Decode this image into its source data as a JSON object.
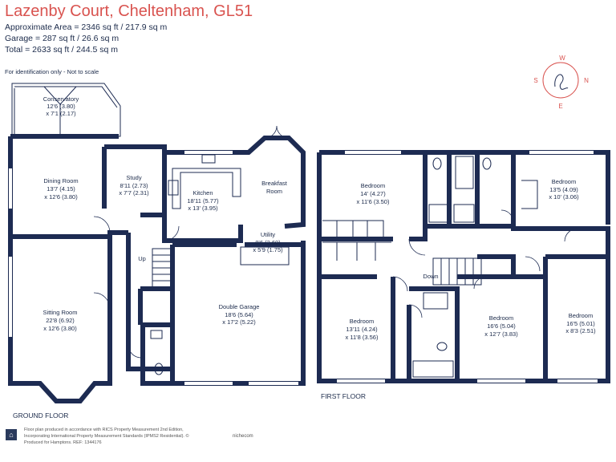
{
  "header": {
    "title": "Lazenby Court, Cheltenham, GL51",
    "approx_area": "Approximate Area = 2346 sq ft / 217.9 sq m",
    "garage_area": "Garage = 287 sq ft / 26.6 sq m",
    "total_area": "Total = 2633 sq ft / 244.5 sq m",
    "note": "For identification only - Not to scale"
  },
  "compass": {
    "n": "N",
    "s": "S",
    "e": "E",
    "w": "W"
  },
  "ground_floor": {
    "label": "GROUND FLOOR",
    "stair_label": "Up",
    "rooms": [
      {
        "name": "Conservatory",
        "dims": [
          "12'6 (3.80)",
          "x 7'1 (2.17)"
        ]
      },
      {
        "name": "Dining Room",
        "dims": [
          "13'7 (4.15)",
          "x 12'6 (3.80)"
        ]
      },
      {
        "name": "Study",
        "dims": [
          "8'11 (2.73)",
          "x 7'7 (2.31)"
        ]
      },
      {
        "name": "Kitchen",
        "dims": [
          "18'11 (5.77)",
          "x 13' (3.95)"
        ]
      },
      {
        "name": "Breakfast",
        "dims": [
          "Room"
        ]
      },
      {
        "name": "Utility",
        "dims": [
          "8'6 (2.60)",
          "x 5'9 (1.75)"
        ]
      },
      {
        "name": "Sitting Room",
        "dims": [
          "22'8 (6.92)",
          "x 12'6 (3.80)"
        ]
      },
      {
        "name": "Double Garage",
        "dims": [
          "18'6 (5.64)",
          "x 17'2 (5.22)"
        ]
      }
    ]
  },
  "first_floor": {
    "label": "FIRST FLOOR",
    "stair_label": "Down",
    "rooms": [
      {
        "name": "Bedroom",
        "dims": [
          "14' (4.27)",
          "x 11'6 (3.50)"
        ]
      },
      {
        "name": "Bedroom",
        "dims": [
          "13'5 (4.09)",
          "x 10' (3.06)"
        ]
      },
      {
        "name": "Bedroom",
        "dims": [
          "13'11 (4.24)",
          "x 11'8 (3.56)"
        ]
      },
      {
        "name": "Bedroom",
        "dims": [
          "16'6 (5.04)",
          "x 12'7 (3.83)"
        ]
      },
      {
        "name": "Bedroom",
        "dims": [
          "16'5 (5.01)",
          "x 8'3 (2.51)"
        ]
      }
    ]
  },
  "footer": {
    "line1": "Floor plan produced in accordance with RICS Property Measurement 2nd Edition,",
    "line2": "Incorporating International Property Measurement Standards (IPMS2 Residential).   ©",
    "line3": "Produced for Hamptons.    REF:      1344176",
    "brand": "nichecom"
  }
}
